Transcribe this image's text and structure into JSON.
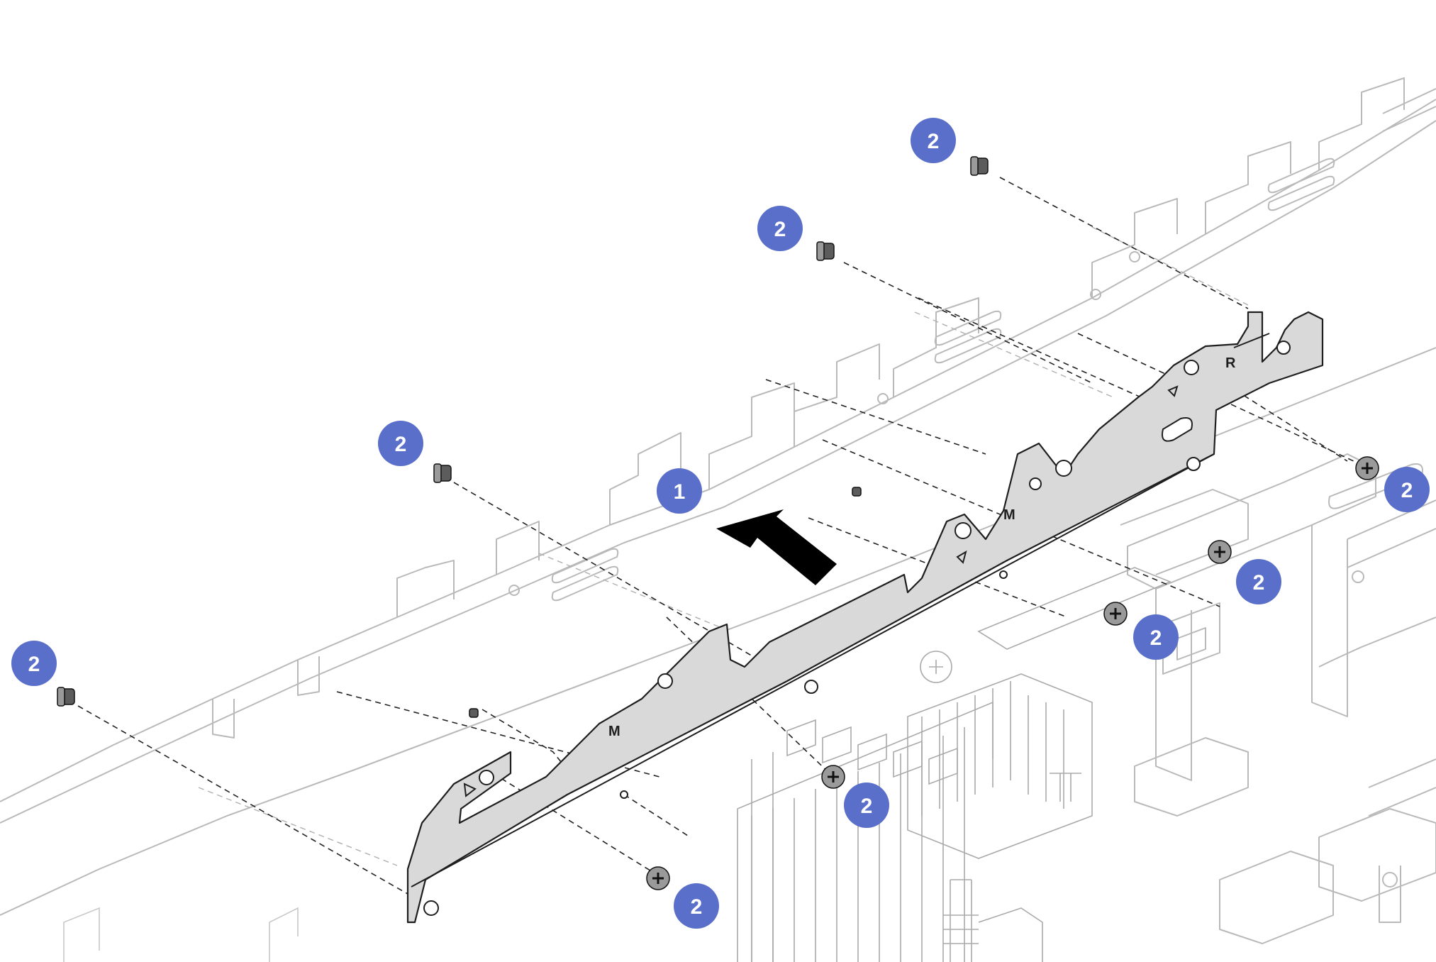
{
  "figure": {
    "step_callouts": [
      {
        "id": "step-1",
        "label": "1"
      },
      {
        "id": "step-2",
        "label": "2"
      }
    ],
    "bracket_markings": {
      "rear_mark": "R",
      "middle_mark": "M",
      "front_mark": "M"
    },
    "callout_color": "#5a6fc9",
    "arrow_color": "#000000",
    "bracket_color": "#d9d9d9",
    "icons": [
      "screw-icon",
      "direction-arrow-icon"
    ]
  }
}
